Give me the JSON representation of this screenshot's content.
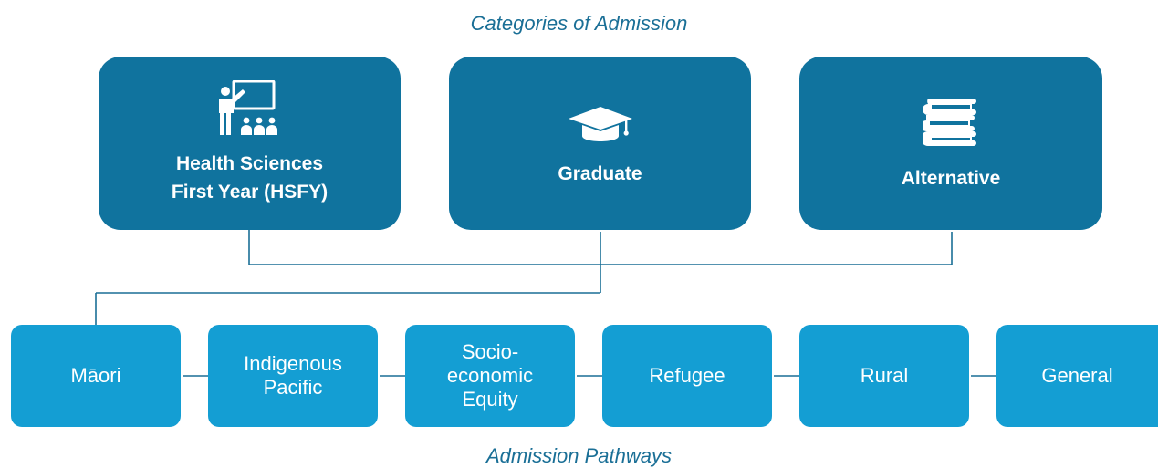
{
  "title": "Categories of Admission",
  "categories": [
    {
      "label": "Health Sciences\nFirst Year (HSFY)",
      "icon": "teacher-classroom-icon"
    },
    {
      "label": "Graduate",
      "icon": "graduation-cap-icon"
    },
    {
      "label": "Alternative",
      "icon": "books-stack-icon"
    }
  ],
  "pathways": [
    {
      "label": "Māori"
    },
    {
      "label": "Indigenous\nPacific"
    },
    {
      "label": "Socio-\neconomic\nEquity"
    },
    {
      "label": "Refugee"
    },
    {
      "label": "Rural"
    },
    {
      "label": "General"
    }
  ],
  "footer": "Admission Pathways",
  "colors": {
    "category_box": "#10739e",
    "pathway_box": "#149ed3",
    "heading_text": "#1a6f96",
    "connector": "#1a6f96"
  }
}
